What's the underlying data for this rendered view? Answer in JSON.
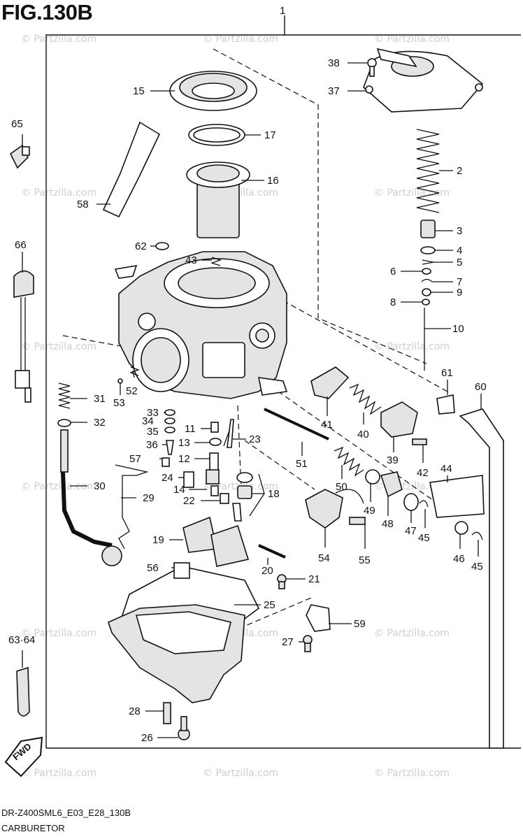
{
  "figure": {
    "title": "FIG.130B",
    "code": "DR-Z400SML6_E03_E28_130B",
    "caption": "CARBURETOR",
    "fwd_label": "FWD"
  },
  "watermark": "© Partzilla.com",
  "parts": {
    "p1": "1",
    "p2": "2",
    "p3": "3",
    "p4": "4",
    "p5": "5",
    "p6": "6",
    "p7": "7",
    "p8": "8",
    "p9": "9",
    "p10": "10",
    "p11": "11",
    "p12": "12",
    "p13": "13",
    "p14": "14",
    "p15": "15",
    "p16": "16",
    "p17": "17",
    "p18": "18",
    "p19": "19",
    "p20": "20",
    "p21": "21",
    "p22": "22",
    "p23": "23",
    "p24": "24",
    "p25": "25",
    "p26": "26",
    "p27": "27",
    "p28": "28",
    "p29": "29",
    "p30": "30",
    "p31": "31",
    "p32": "32",
    "p33": "33",
    "p34": "34",
    "p35": "35",
    "p36": "36",
    "p37": "37",
    "p38": "38",
    "p39": "39",
    "p40": "40",
    "p41": "41",
    "p42": "42",
    "p43": "43",
    "p44": "44",
    "p45a": "45",
    "p45b": "45",
    "p46": "46",
    "p47": "47",
    "p48": "48",
    "p49": "49",
    "p50": "50",
    "p51": "51",
    "p52": "52",
    "p53": "53",
    "p54": "54",
    "p55": "55",
    "p56": "56",
    "p57": "57",
    "p58": "58",
    "p59": "59",
    "p60": "60",
    "p61": "61",
    "p62": "62",
    "p6364": "63·64",
    "p65": "65",
    "p66": "66"
  }
}
